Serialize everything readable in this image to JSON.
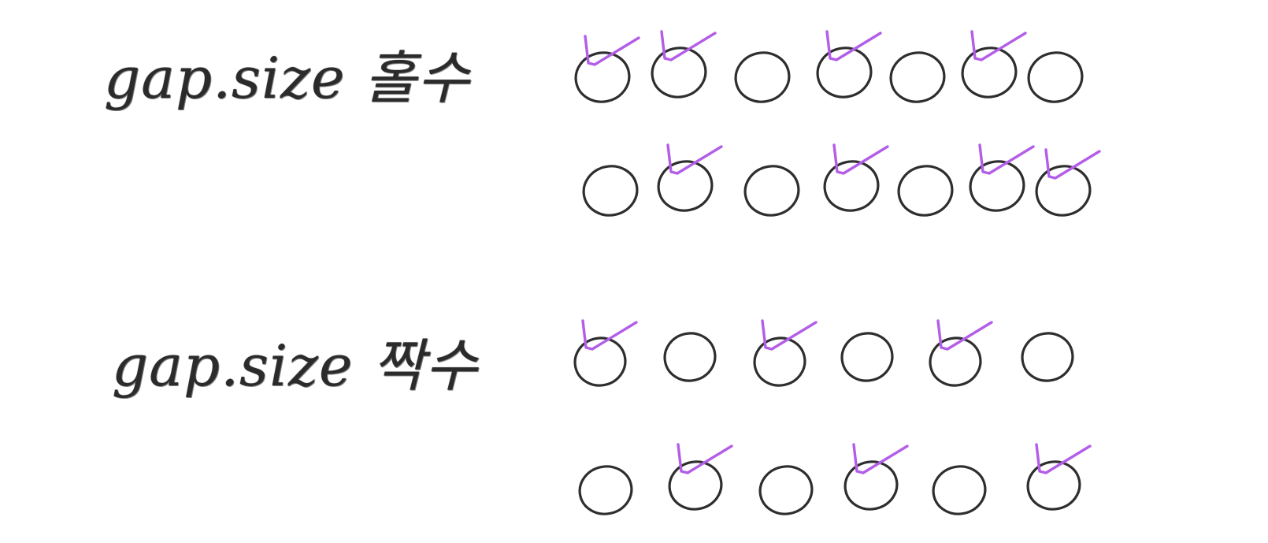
{
  "labels": {
    "odd": "gap.size 홀수",
    "even": "gap.size 짝수"
  },
  "colors": {
    "ink": "#2e2e2e",
    "check": "#b35de8"
  },
  "rows": [
    {
      "name": "odd-row-1",
      "checked": [
        true,
        true,
        false,
        true,
        false,
        true,
        false
      ]
    },
    {
      "name": "odd-row-2",
      "checked": [
        false,
        true,
        false,
        true,
        false,
        true,
        true
      ]
    },
    {
      "name": "even-row-1",
      "checked": [
        true,
        false,
        true,
        false,
        true,
        false
      ]
    },
    {
      "name": "even-row-2",
      "checked": [
        false,
        true,
        false,
        true,
        false,
        true
      ]
    }
  ]
}
